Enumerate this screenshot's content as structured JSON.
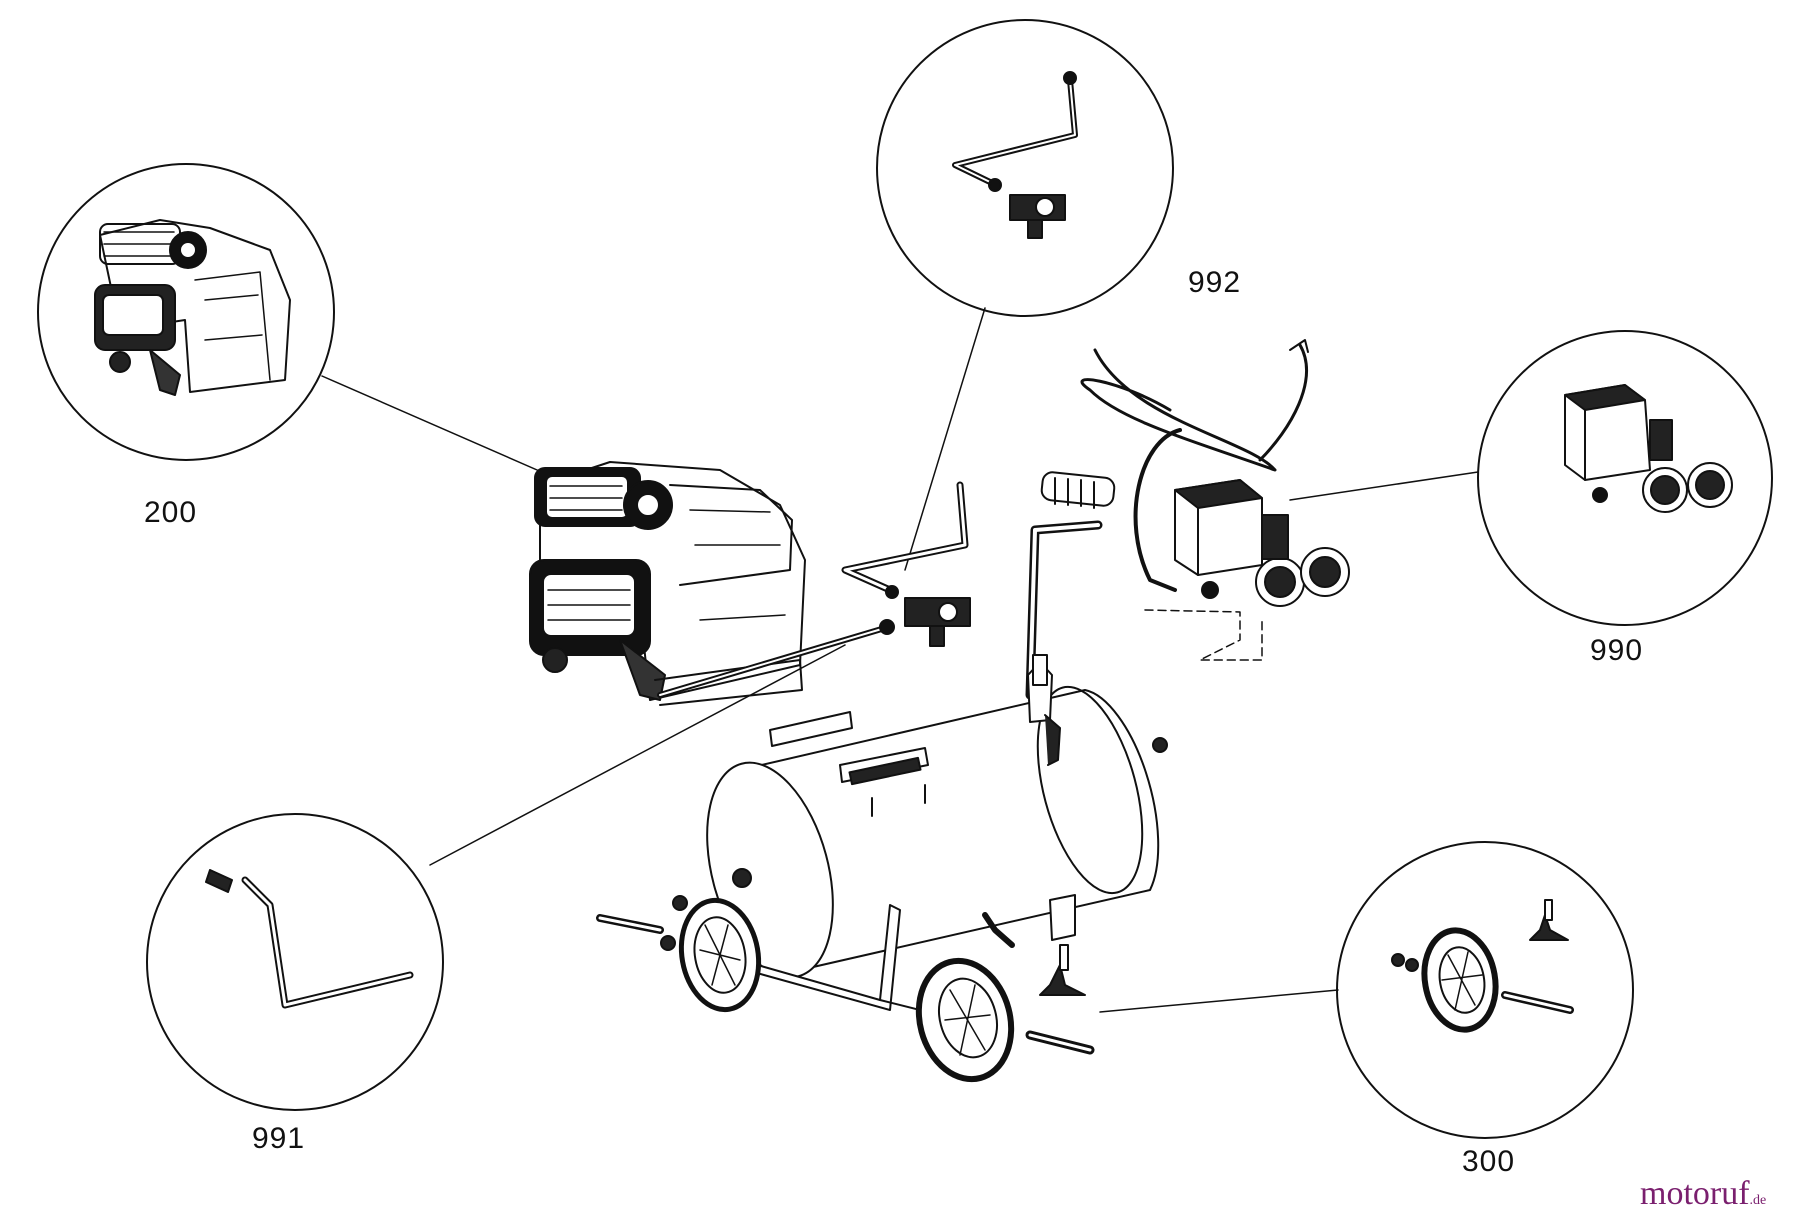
{
  "labels": {
    "p200": "200",
    "p992": "992",
    "p990": "990",
    "p991": "991",
    "p300": "300"
  },
  "watermark": {
    "name": "motoruf",
    "tld": ".de"
  },
  "colors": {
    "line": "#111111",
    "watermark": "#7a1f6e"
  }
}
